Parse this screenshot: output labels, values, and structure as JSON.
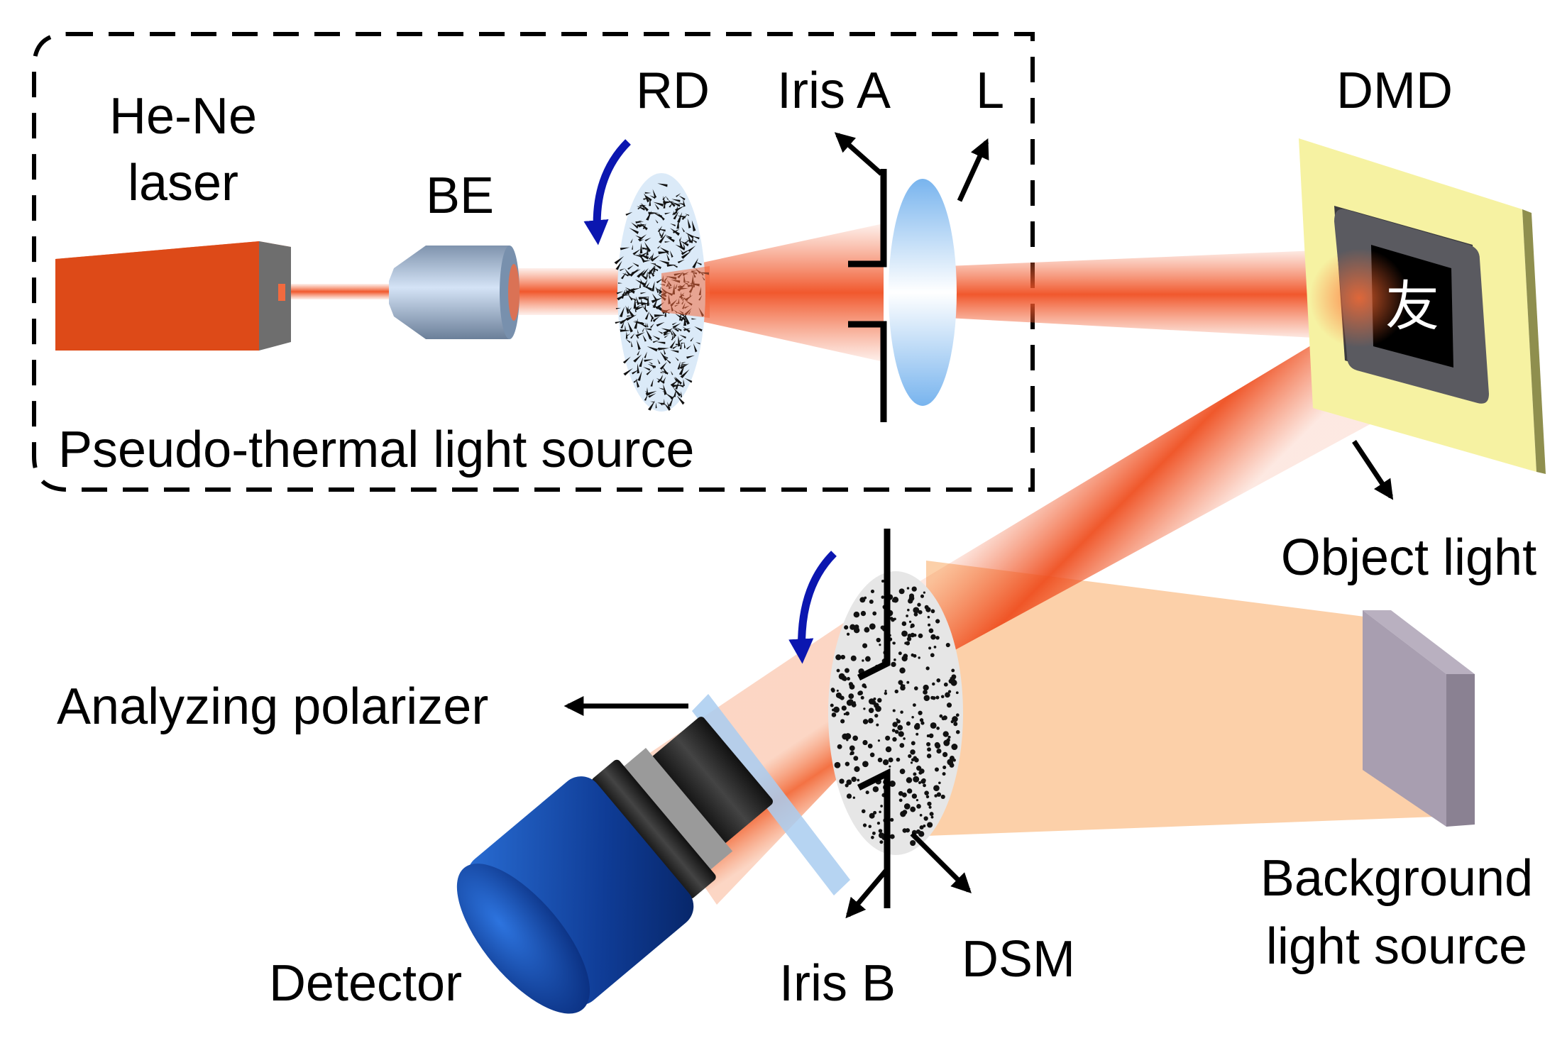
{
  "labels": {
    "laser_line1": "He-Ne",
    "laser_line2": "laser",
    "be": "BE",
    "rd": "RD",
    "iris_a": "Iris A",
    "lens": "L",
    "dmd": "DMD",
    "pseudo_thermal": "Pseudo-thermal light source",
    "object_light": "Object light",
    "analyzing_polarizer": "Analyzing polarizer",
    "detector": "Detector",
    "iris_b": "Iris B",
    "dsm": "DSM",
    "background_line1": "Background",
    "background_line2": "light source"
  },
  "dmd_character": "友",
  "colors": {
    "laser_body": "#dd4a18",
    "beam": "#f0552a",
    "background_light": "#fcc89a",
    "dmd_frame": "#f6f2a2",
    "dmd_chip": "#4e4e54",
    "rotation_arrow": "#0b16b0",
    "detector_body": "#1346a8",
    "polarizer": "#a9cdf0"
  }
}
